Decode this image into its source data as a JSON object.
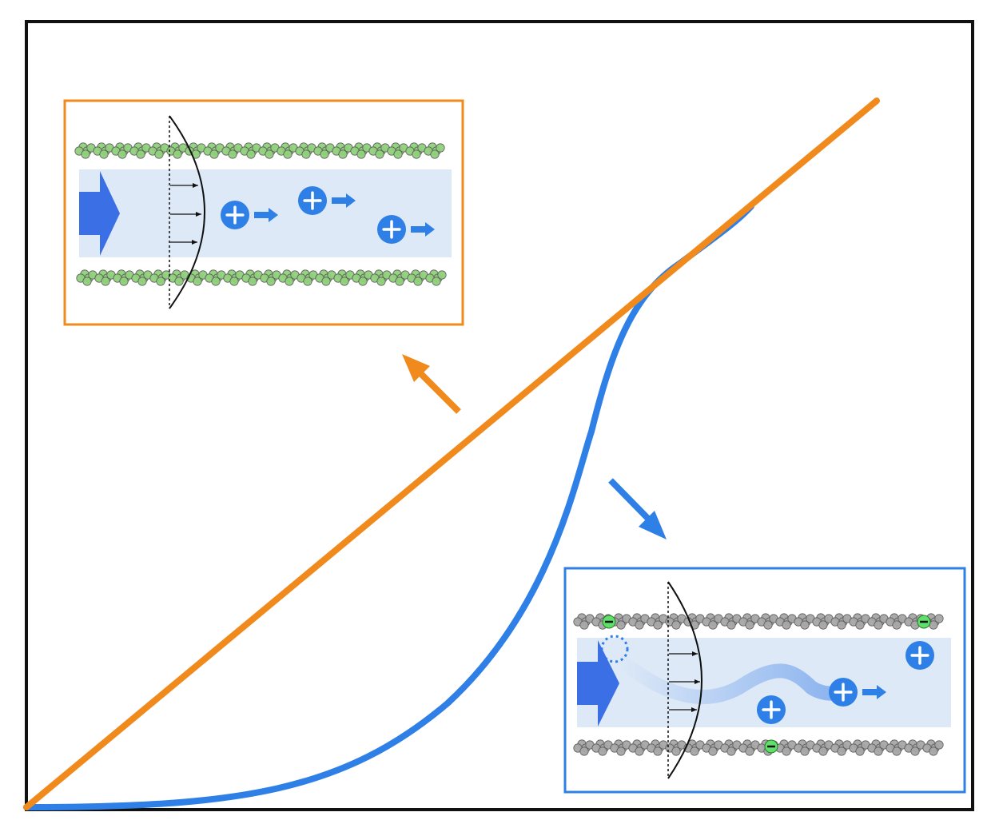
{
  "figure": {
    "curves": [
      {
        "id": "linear",
        "shape": "straight-line",
        "color": "#f08a1c"
      },
      {
        "id": "sigmoidal",
        "shape": "s-shaped",
        "color": "#2e7fe6"
      }
    ],
    "insets": [
      {
        "id": "neutral-channel",
        "border_color": "#f08a1c",
        "wall_atom_color": "#8fd07a",
        "wall_charges": "none",
        "ion_symbol": "+",
        "ion_color": "#2e7fe6",
        "channel_color": "#dde9f7",
        "flow_arrow_color": "#3a6fe6",
        "velocity_profile": "parabolic"
      },
      {
        "id": "charged-channel",
        "border_color": "#2e7fe6",
        "wall_atom_color": "#a6a6a6",
        "wall_charges": "-",
        "wall_charge_color": "#5fe06a",
        "ion_symbol": "+",
        "ion_color": "#2e7fe6",
        "channel_color": "#dde9f7",
        "flow_arrow_color": "#3a6fe6",
        "velocity_profile": "parabolic",
        "ion_trajectory": "wavy"
      }
    ],
    "pointer_arrows": [
      {
        "from": "linear",
        "to": "neutral-channel",
        "color": "#f08a1c"
      },
      {
        "from": "sigmoidal",
        "to": "charged-channel",
        "color": "#2e7fe6"
      }
    ]
  }
}
